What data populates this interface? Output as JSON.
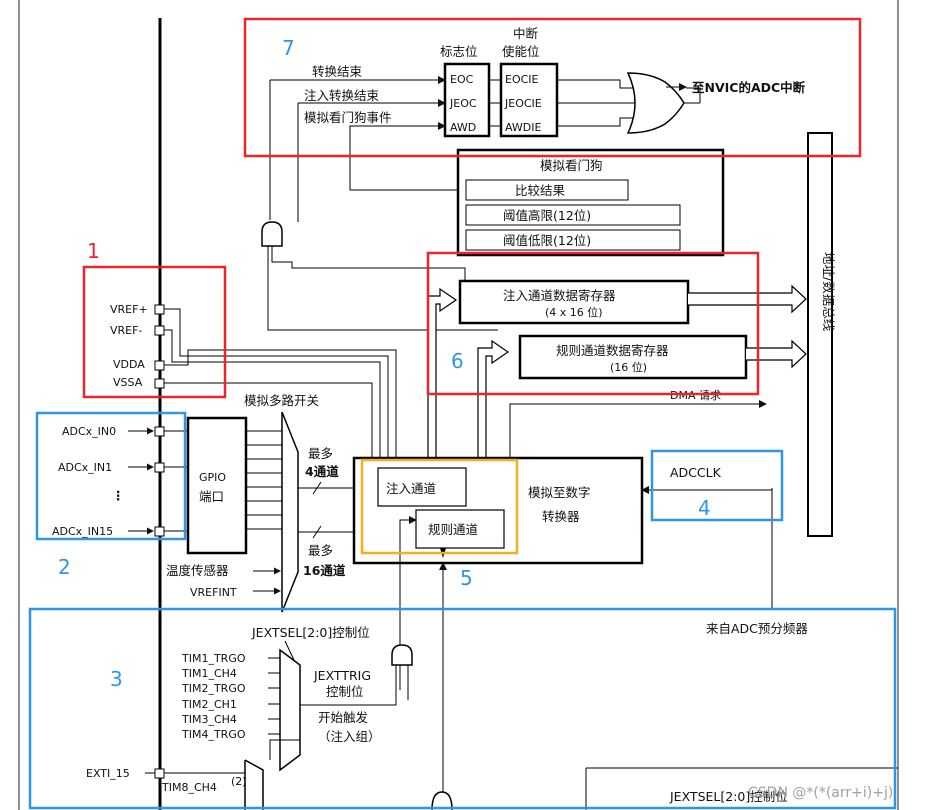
{
  "colors": {
    "red": "#e8262b",
    "blue": "#2f96e6",
    "gold": "#f2b01e",
    "line": "#111111"
  },
  "region_numbers": {
    "r1": "1",
    "r2": "2",
    "r3": "3",
    "r4": "4",
    "r5": "5",
    "r6": "6",
    "r7": "7"
  },
  "interrupt": {
    "header_line1": "中断",
    "header_line2": "使能位",
    "flag_header": "标志位",
    "eoc_event": "转换结束",
    "jeoc_event": "注入转换结束",
    "awd_event": "模拟看门狗事件",
    "flags": [
      "EOC",
      "JEOC",
      "AWD"
    ],
    "enables": [
      "EOCIE",
      "JEOCIE",
      "AWDIE"
    ],
    "to_nvic": "至NVIC的ADC中断"
  },
  "watchdog": {
    "title": "模拟看门狗",
    "compare": "比较结果",
    "high": "阈值高限(12位)",
    "low": "阈值低限(12位)"
  },
  "bus_label": "地址/数据总线",
  "registers": {
    "injected_title": "注入通道数据寄存器",
    "injected_size": "(4 x 16 位)",
    "regular_title": "规则通道数据寄存器",
    "regular_size": "(16 位)",
    "dma": "DMA 请求"
  },
  "refs": {
    "vref_plus": "VREF+",
    "vref_minus": "VREF-",
    "vdda": "VDDA",
    "vssa": "VSSA"
  },
  "inputs": {
    "in0": "ADCx_IN0",
    "in1": "ADCx_IN1",
    "dots": "⋮",
    "in15": "ADCx_IN15",
    "gpio_line1": "GPIO",
    "gpio_line2": "端口",
    "temp": "温度传感器",
    "vrefint": "VREFINT"
  },
  "mux": {
    "title": "模拟多路开关",
    "max4_line1": "最多",
    "max4_line2": "4通道",
    "max16_line1": "最多",
    "max16_line2": "16通道"
  },
  "adc": {
    "injected": "注入通道",
    "regular": "规则通道",
    "title_line1": "模拟至数字",
    "title_line2": "转换器"
  },
  "clock": {
    "adcclk": "ADCCLK",
    "prescaler": "来自ADC预分频器"
  },
  "trigger": {
    "jextsel": "JEXTSEL[2:0]控制位",
    "sources": [
      "TIM1_TRGO",
      "TIM1_CH4",
      "TIM2_TRGO",
      "TIM2_CH1",
      "TIM3_CH4",
      "TIM4_TRGO"
    ],
    "jexttrig_line1": "JEXTTRIG",
    "jexttrig_line2": "控制位",
    "start_line1": "开始触发",
    "start_line2": "（注入组）",
    "exti": "EXTI_15",
    "tim8": "TIM8_CH4",
    "footnote": "(2)",
    "jextsel_bottom": "JEXTSEL[2:0]控制位"
  },
  "watermark": "CSDN @*(*(arr+i)+j)"
}
